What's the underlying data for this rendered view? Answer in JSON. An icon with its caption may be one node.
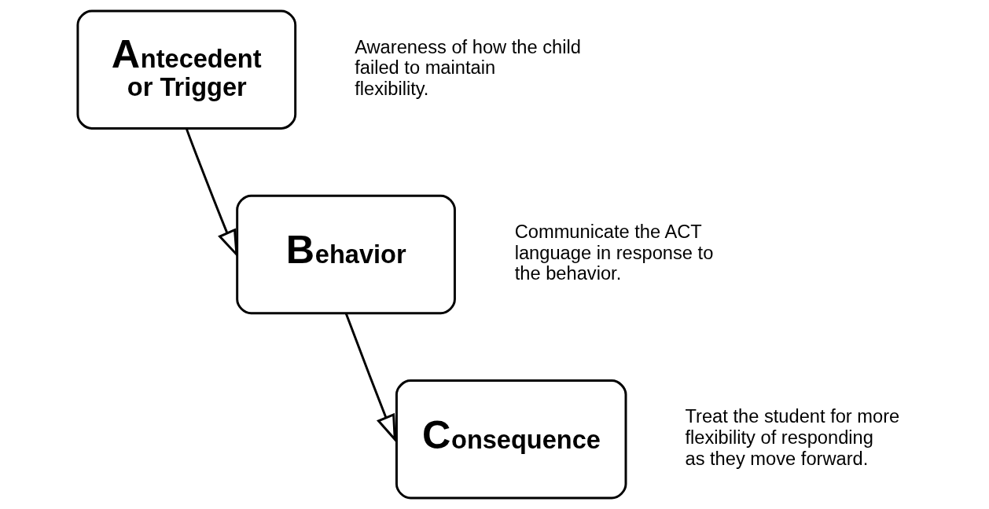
{
  "diagram": {
    "nodes": [
      {
        "text": [
          "Antecedent or Trigger"
        ],
        "beside": [
          "Awareness of how the child failed to maintain flexibility."
        ]
      },
      {
        "text": [
          "Behavior"
        ],
        "beside": [
          "Communicate the ACT language in response to the behavior."
        ]
      },
      {
        "text": [
          "Consequence"
        ],
        "beside": [
          "Treat the student for more flexibility of responding as they move forward."
        ]
      }
    ],
    "edges": [
      {
        "from": 0,
        "to": 1,
        "arrow": "to"
      },
      {
        "from": 1,
        "to": 2,
        "arrow": "to"
      }
    ]
  }
}
